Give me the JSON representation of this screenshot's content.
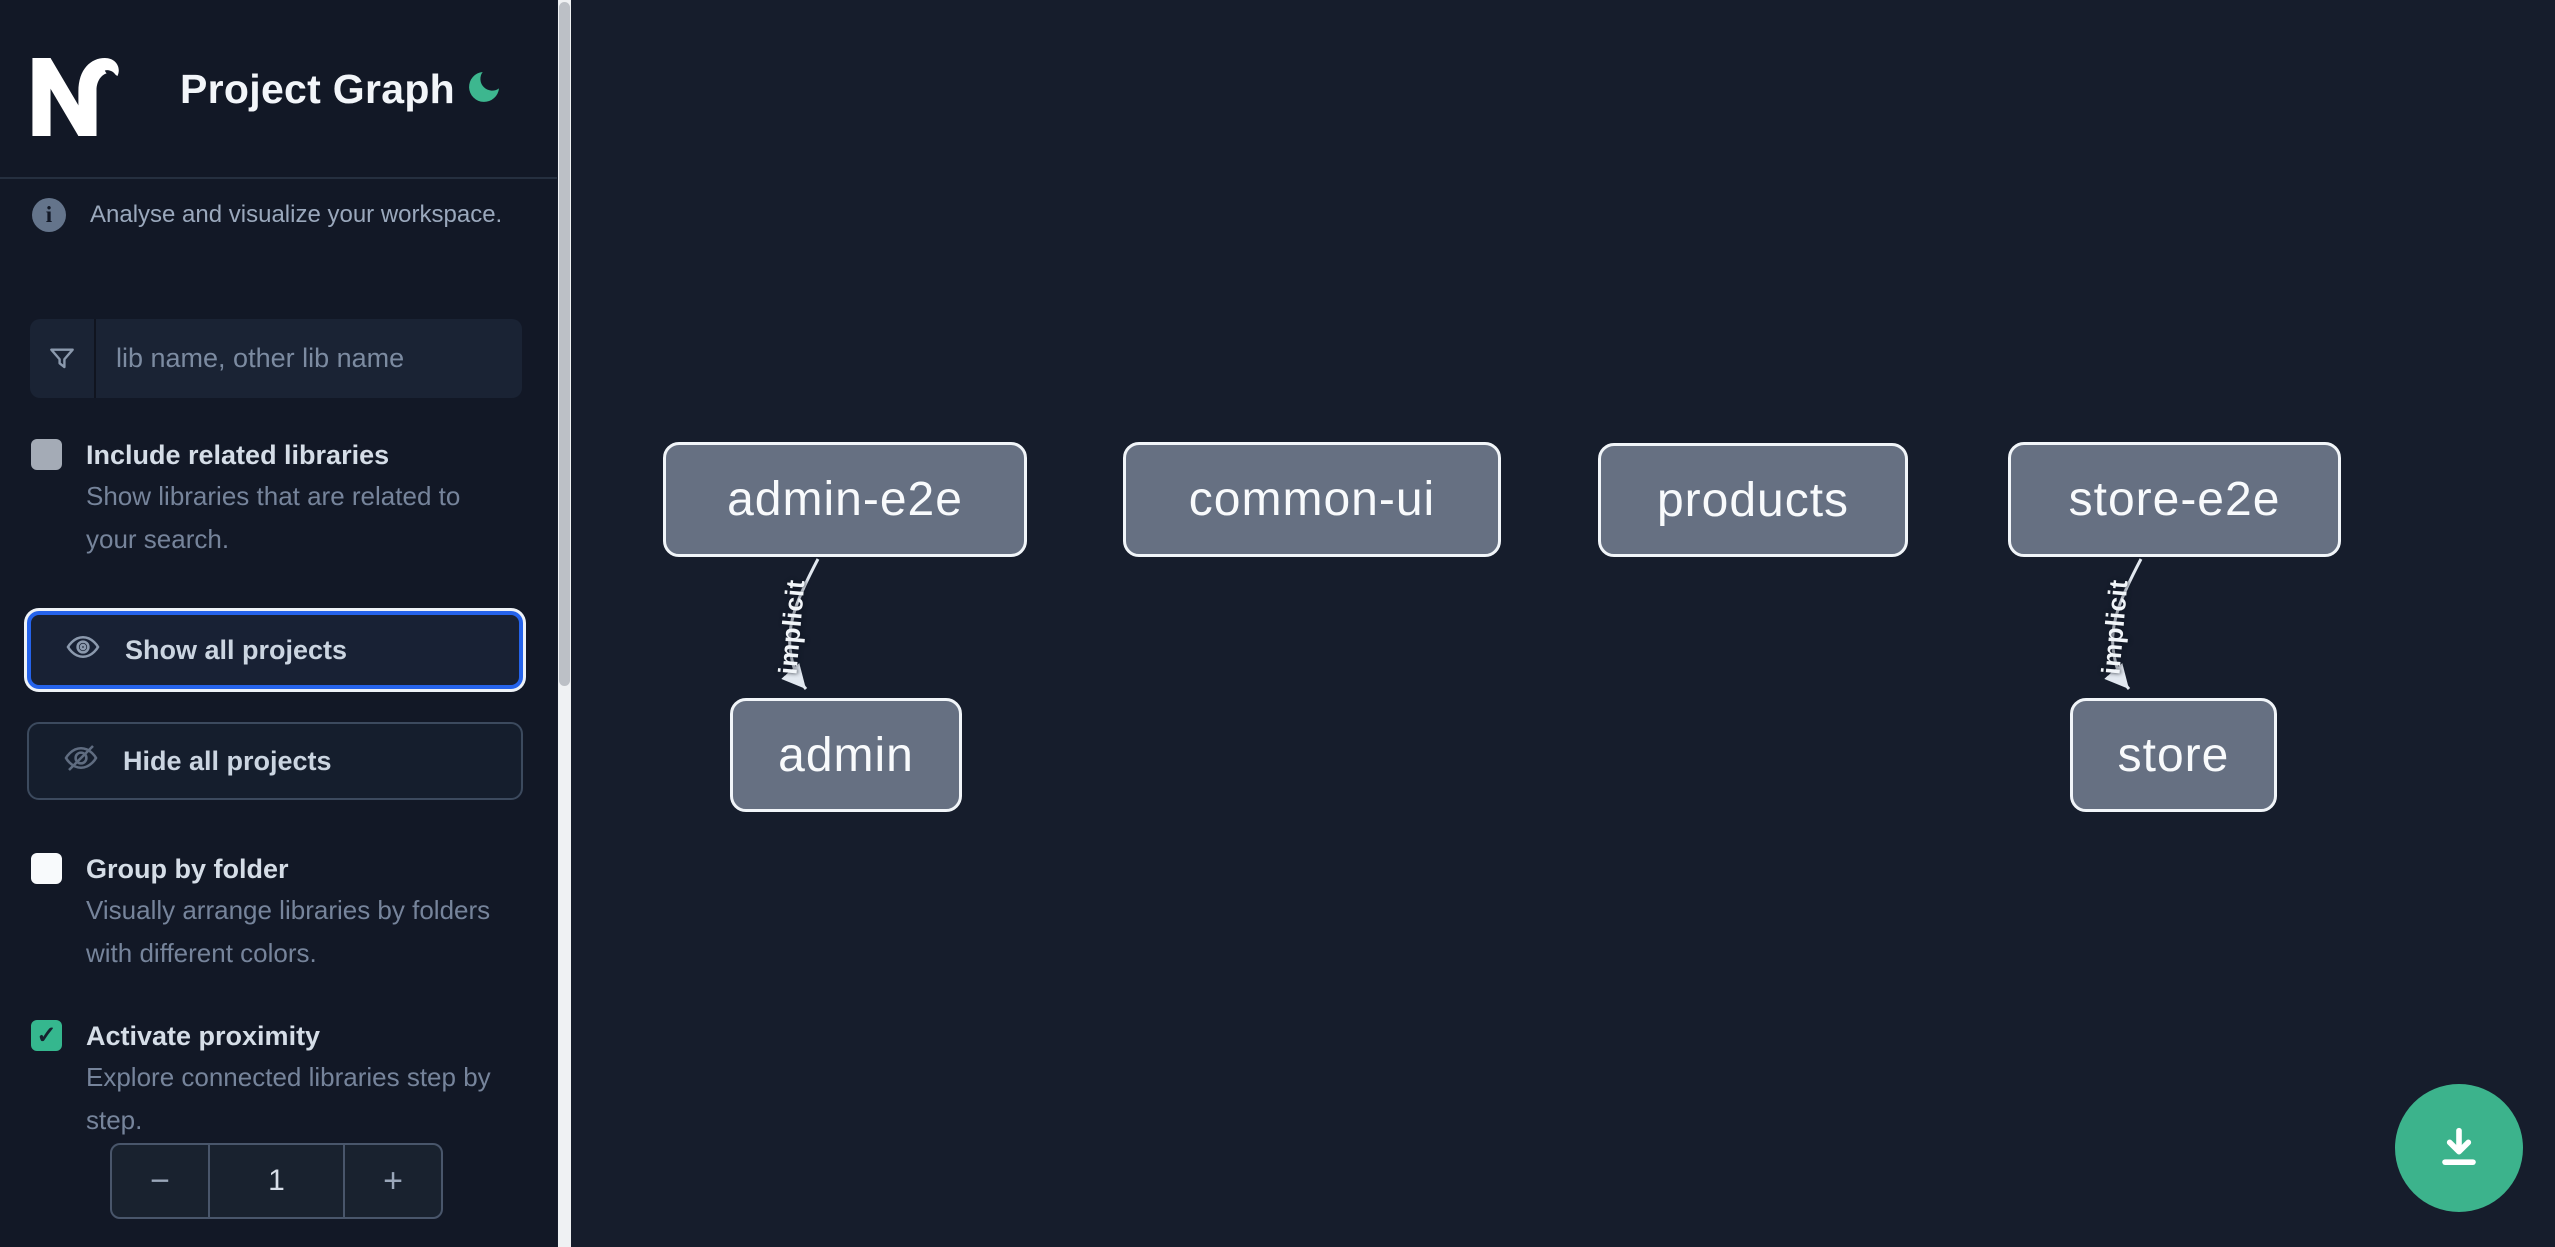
{
  "header": {
    "title": "Project Graph"
  },
  "sidebar": {
    "tagline": "Analyse and visualize your workspace.",
    "search_placeholder": "lib name, other lib name",
    "include_related": {
      "label": "Include related libraries",
      "description": "Show libraries that are related to your search.",
      "checked": false
    },
    "show_all_label": "Show all projects",
    "hide_all_label": "Hide all projects",
    "group_by_folder": {
      "label": "Group by folder",
      "description": "Visually arrange libraries by folders with different colors.",
      "checked": false
    },
    "proximity": {
      "label": "Activate proximity",
      "description": "Explore connected libraries step by step.",
      "checked": true
    },
    "stepper": {
      "decrement": "−",
      "value": "1",
      "increment": "+"
    }
  },
  "graph": {
    "nodes": [
      {
        "label": "admin-e2e"
      },
      {
        "label": "common-ui"
      },
      {
        "label": "products"
      },
      {
        "label": "store-e2e"
      },
      {
        "label": "admin"
      },
      {
        "label": "store"
      }
    ],
    "edges": [
      {
        "source": "admin-e2e",
        "target": "admin",
        "label": "implicit"
      },
      {
        "source": "store-e2e",
        "target": "store",
        "label": "implicit"
      }
    ]
  },
  "icons": {
    "check": "✓"
  },
  "colors": {
    "accent_green": "#3cb38c",
    "focus_blue": "#2563eb",
    "node_fill": "#667082",
    "sidebar_bg": "#121826",
    "canvas_bg": "#161d2c"
  }
}
